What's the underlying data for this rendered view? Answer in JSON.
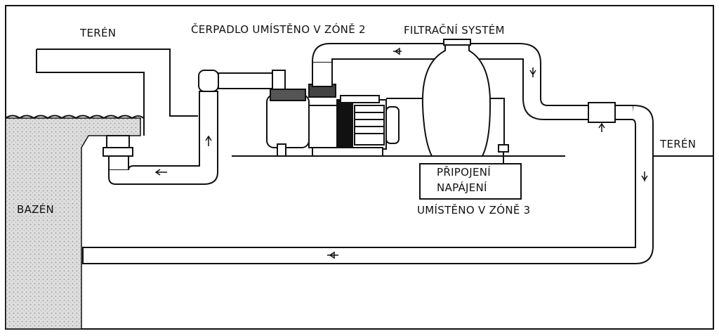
{
  "labels": {
    "terrain_left": "TERÉN",
    "pump_zone": "ČERPADLO UMÍSTĚNO V ZÓNĚ 2",
    "filter_system": "FILTRAČNÍ SYSTÉM",
    "terrain_right": "TERÉN",
    "pool": "BAZÉN",
    "power_line1": "PŘIPOJENÍ",
    "power_line2": "NAPÁJENÍ",
    "power_zone": "UMÍSTĚNO V ZÓNĚ 3"
  },
  "colors": {
    "line": "#111111",
    "pool_hatch": "#c8c8c8",
    "pipe_fill": "#ffffff"
  }
}
